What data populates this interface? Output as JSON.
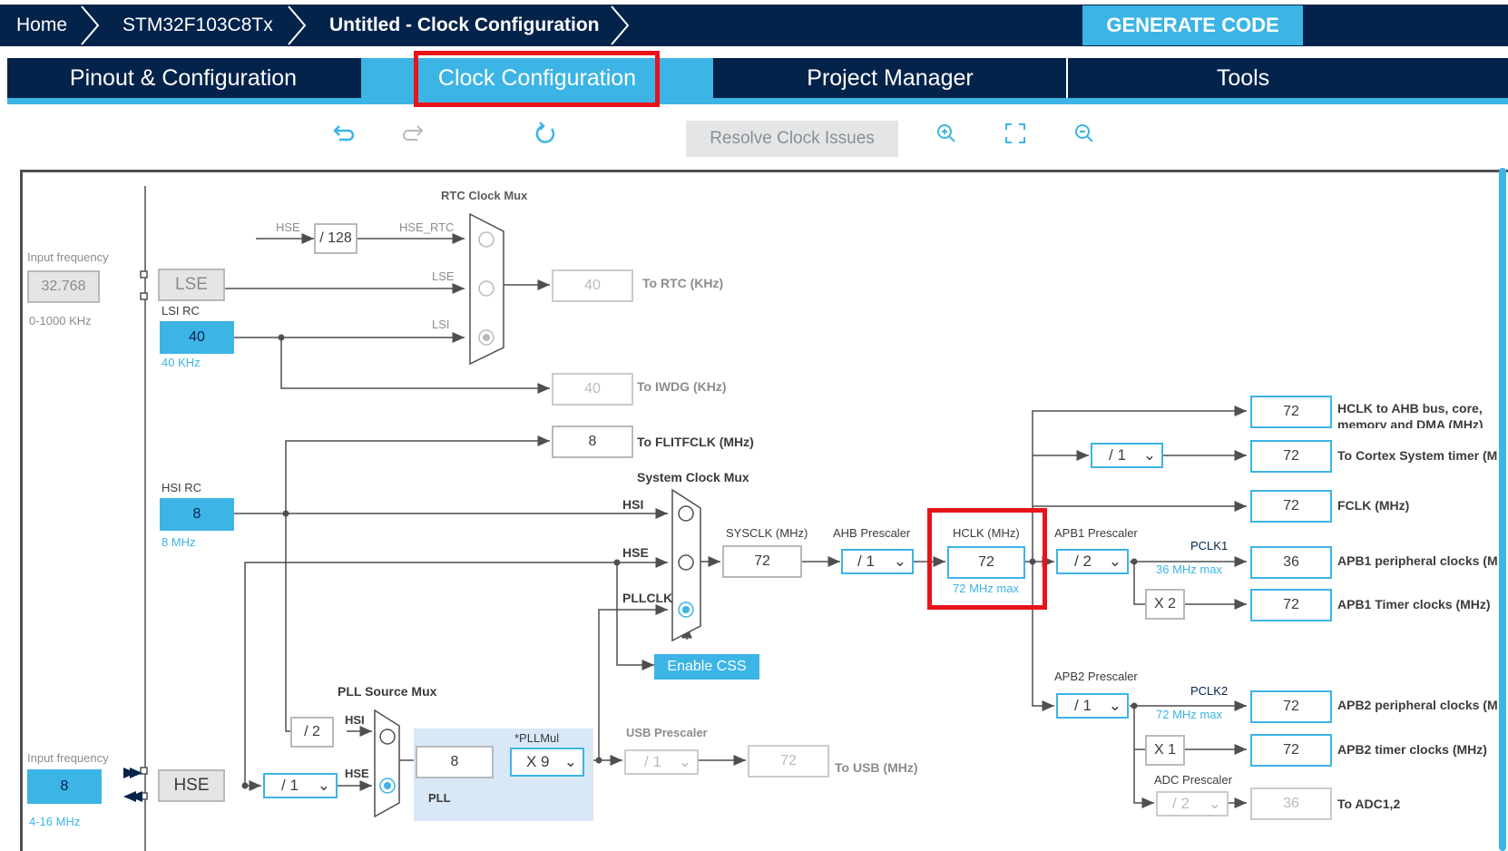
{
  "breadcrumbs": [
    "Home",
    "STM32F103C8Tx",
    "Untitled - Clock Configuration"
  ],
  "generate_label": "GENERATE CODE",
  "tabs": [
    "Pinout & Configuration",
    "Clock Configuration",
    "Project Manager",
    "Tools"
  ],
  "active_tab": "Clock Configuration",
  "toolbar": {
    "resolve_label": "Resolve Clock Issues",
    "icons": [
      "undo-icon",
      "redo-icon",
      "reset-icon",
      "zoom-in-icon",
      "fit-icon",
      "zoom-out-icon"
    ]
  },
  "colors": {
    "navy": "#03234b",
    "accent": "#3cb4e6",
    "highlight": "#e8131b"
  },
  "lse": {
    "input_label": "Input frequency",
    "value": "32.768",
    "range": "0-1000 KHz",
    "name": "LSE"
  },
  "lsi": {
    "title": "LSI RC",
    "value": "40",
    "note": "40 KHz"
  },
  "hsi": {
    "title": "HSI RC",
    "value": "8",
    "note": "8 MHz"
  },
  "hse": {
    "input_label": "Input frequency",
    "value": "8",
    "range": "4-16 MHz",
    "name": "HSE"
  },
  "rtc": {
    "title": "RTC Clock Mux",
    "hse_label": "HSE",
    "div": "/ 128",
    "hse_rtc": "HSE_RTC",
    "lse": "LSE",
    "lsi": "LSI",
    "out_value": "40",
    "out_label": "To RTC (KHz)"
  },
  "iwdg": {
    "value": "40",
    "label": "To IWDG (KHz)"
  },
  "flit": {
    "value": "8",
    "label": "To FLITFCLK (MHz)"
  },
  "sysmux": {
    "title": "System Clock Mux",
    "hsi": "HSI",
    "hse": "HSE",
    "pll": "PLLCLK",
    "css": "Enable CSS"
  },
  "sysclk": {
    "label": "SYSCLK (MHz)",
    "value": "72"
  },
  "ahb": {
    "label": "AHB Prescaler",
    "value": "/ 1"
  },
  "hclk": {
    "label": "HCLK (MHz)",
    "value": "72",
    "max": "72 MHz max"
  },
  "pllsrc": {
    "title": "PLL Source Mux",
    "div": "/ 2",
    "hsi": "HSI",
    "hse": "HSE",
    "hse_div": "/ 1"
  },
  "pll": {
    "in": "8",
    "mul_label": "*PLLMul",
    "mul": "X 9",
    "name": "PLL"
  },
  "usb": {
    "label": "USB Prescaler",
    "div": "/ 1",
    "value": "72",
    "out": "To USB (MHz)"
  },
  "outputs": [
    {
      "value": "72",
      "label": "HCLK to AHB bus, core,",
      "label2": "memory and DMA (MHz)"
    },
    {
      "value": "72",
      "label": "To Cortex System timer (M",
      "div": "/ 1"
    },
    {
      "value": "72",
      "label": "FCLK (MHz)"
    },
    {
      "value": "36",
      "label": "APB1 peripheral clocks (M"
    },
    {
      "value": "72",
      "label": "APB1 Timer clocks (MHz)",
      "mul": "X 2"
    },
    {
      "value": "72",
      "label": "APB2 peripheral clocks (M"
    },
    {
      "value": "72",
      "label": "APB2 timer clocks (MHz)",
      "mul": "X 1"
    },
    {
      "value": "36",
      "label": "To ADC1,2"
    }
  ],
  "apb1": {
    "label": "APB1 Prescaler",
    "value": "/ 2",
    "pclk": "PCLK1",
    "max": "36 MHz max"
  },
  "apb2": {
    "label": "APB2 Prescaler",
    "value": "/ 1",
    "pclk": "PCLK2",
    "max": "72 MHz max"
  },
  "adc": {
    "label": "ADC Prescaler",
    "value": "/ 2"
  }
}
